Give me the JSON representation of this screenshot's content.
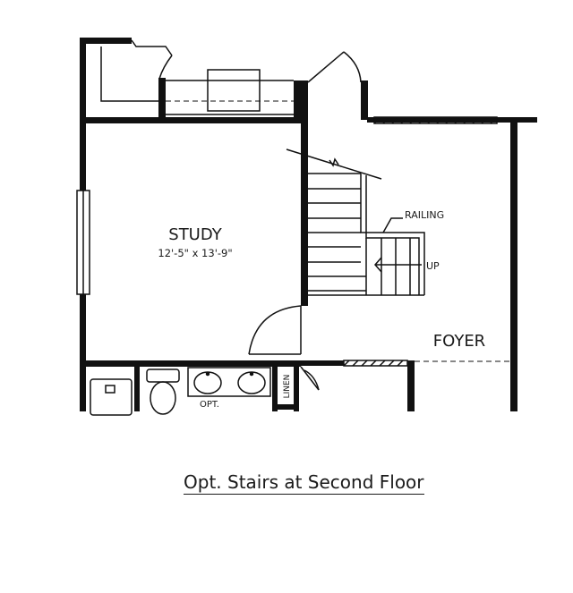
{
  "floor_plan": {
    "rooms": [
      {
        "name": "STUDY",
        "dimensions": "12'-5\" x 13'-9\""
      },
      {
        "name": "FOYER"
      }
    ],
    "annotations": {
      "railing": "RAILING",
      "stairs_direction": "UP",
      "linen": "LINEN",
      "vanity_option": "OPT."
    },
    "caption": "Opt. Stairs at Second Floor"
  }
}
